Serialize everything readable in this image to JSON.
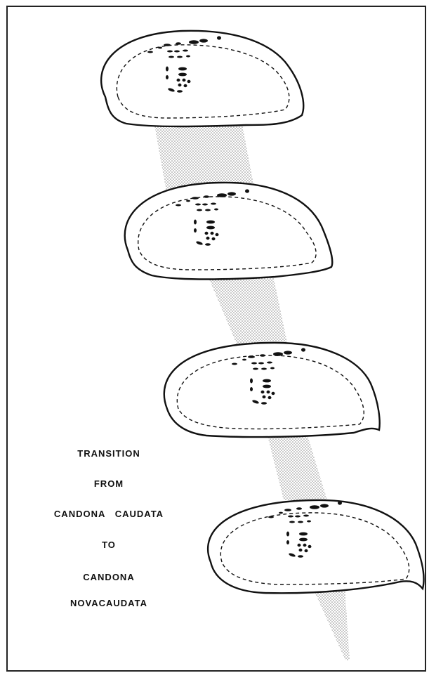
{
  "caption": {
    "line1": "TRANSITION",
    "line2": "FROM",
    "line3": "CANDONA   CAUDATA",
    "line4": "TO",
    "line5": "CANDONA",
    "line6": "NOVACAUDATA"
  },
  "colors": {
    "ink": "#111111",
    "stipple": "#9a9a9a",
    "paper": "#ffffff"
  },
  "figure": {
    "shell_count": 4,
    "depicts": "ostracod valve outlines with muscle scar patterns, connected by stippled evolutionary band"
  }
}
